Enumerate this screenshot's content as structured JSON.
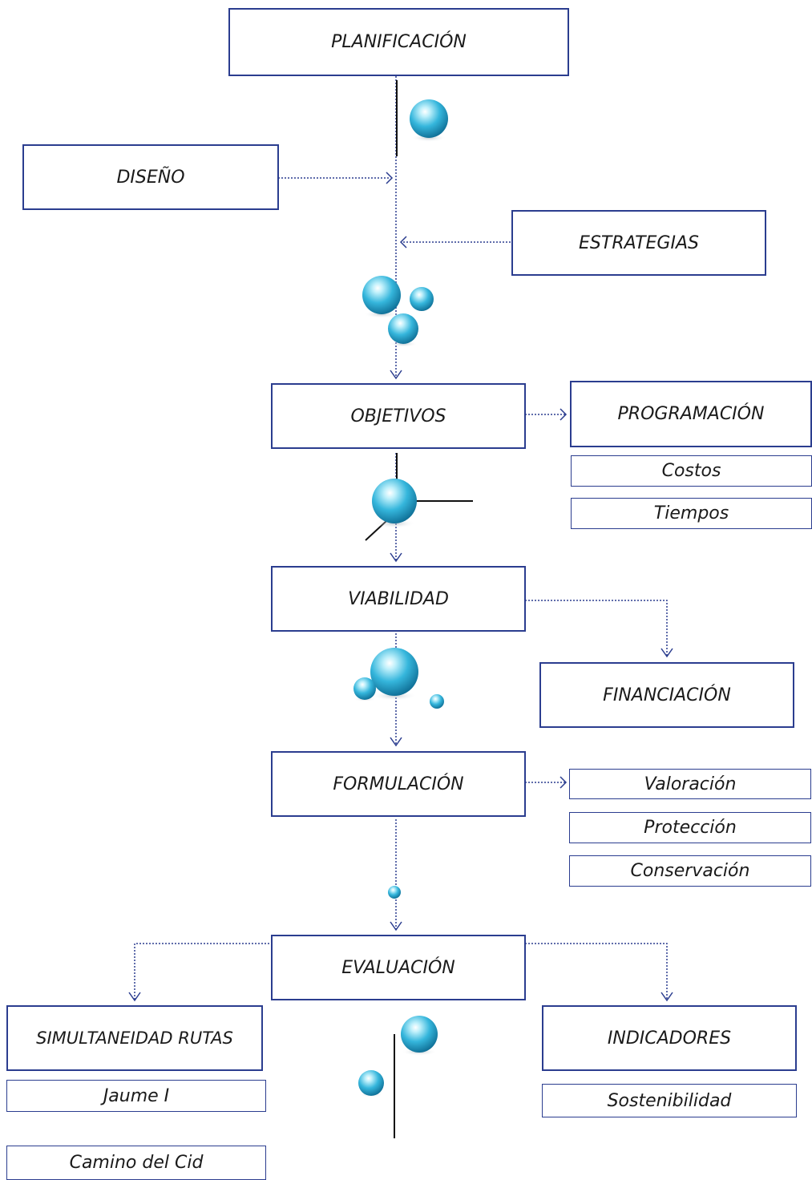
{
  "boxes": {
    "planificacion": "PLANIFICACIÓN",
    "diseno": "DISEÑO",
    "estrategias": "ESTRATEGIAS",
    "objetivos": "OBJETIVOS",
    "programacion": "PROGRAMACIÓN",
    "viabilidad": "VIABILIDAD",
    "financiacion": "FINANCIACIÓN",
    "formulacion": "FORMULACIÓN",
    "evaluacion": "EVALUACIÓN",
    "simultaneidad": "SIMULTANEIDAD RUTAS",
    "indicadores": "INDICADORES"
  },
  "subitems": {
    "programacion": [
      "Costos",
      "Tiempos"
    ],
    "formulacion": [
      "Valoración",
      "Protección",
      "Conservación"
    ],
    "simultaneidad": [
      "Jaume I",
      "Camino del Cid"
    ],
    "indicadores": [
      "Sostenibilidad"
    ]
  },
  "colors": {
    "box_border": "#2b3d8f",
    "connector": "#2b3d8f",
    "sphere": "#2aa8cf"
  }
}
